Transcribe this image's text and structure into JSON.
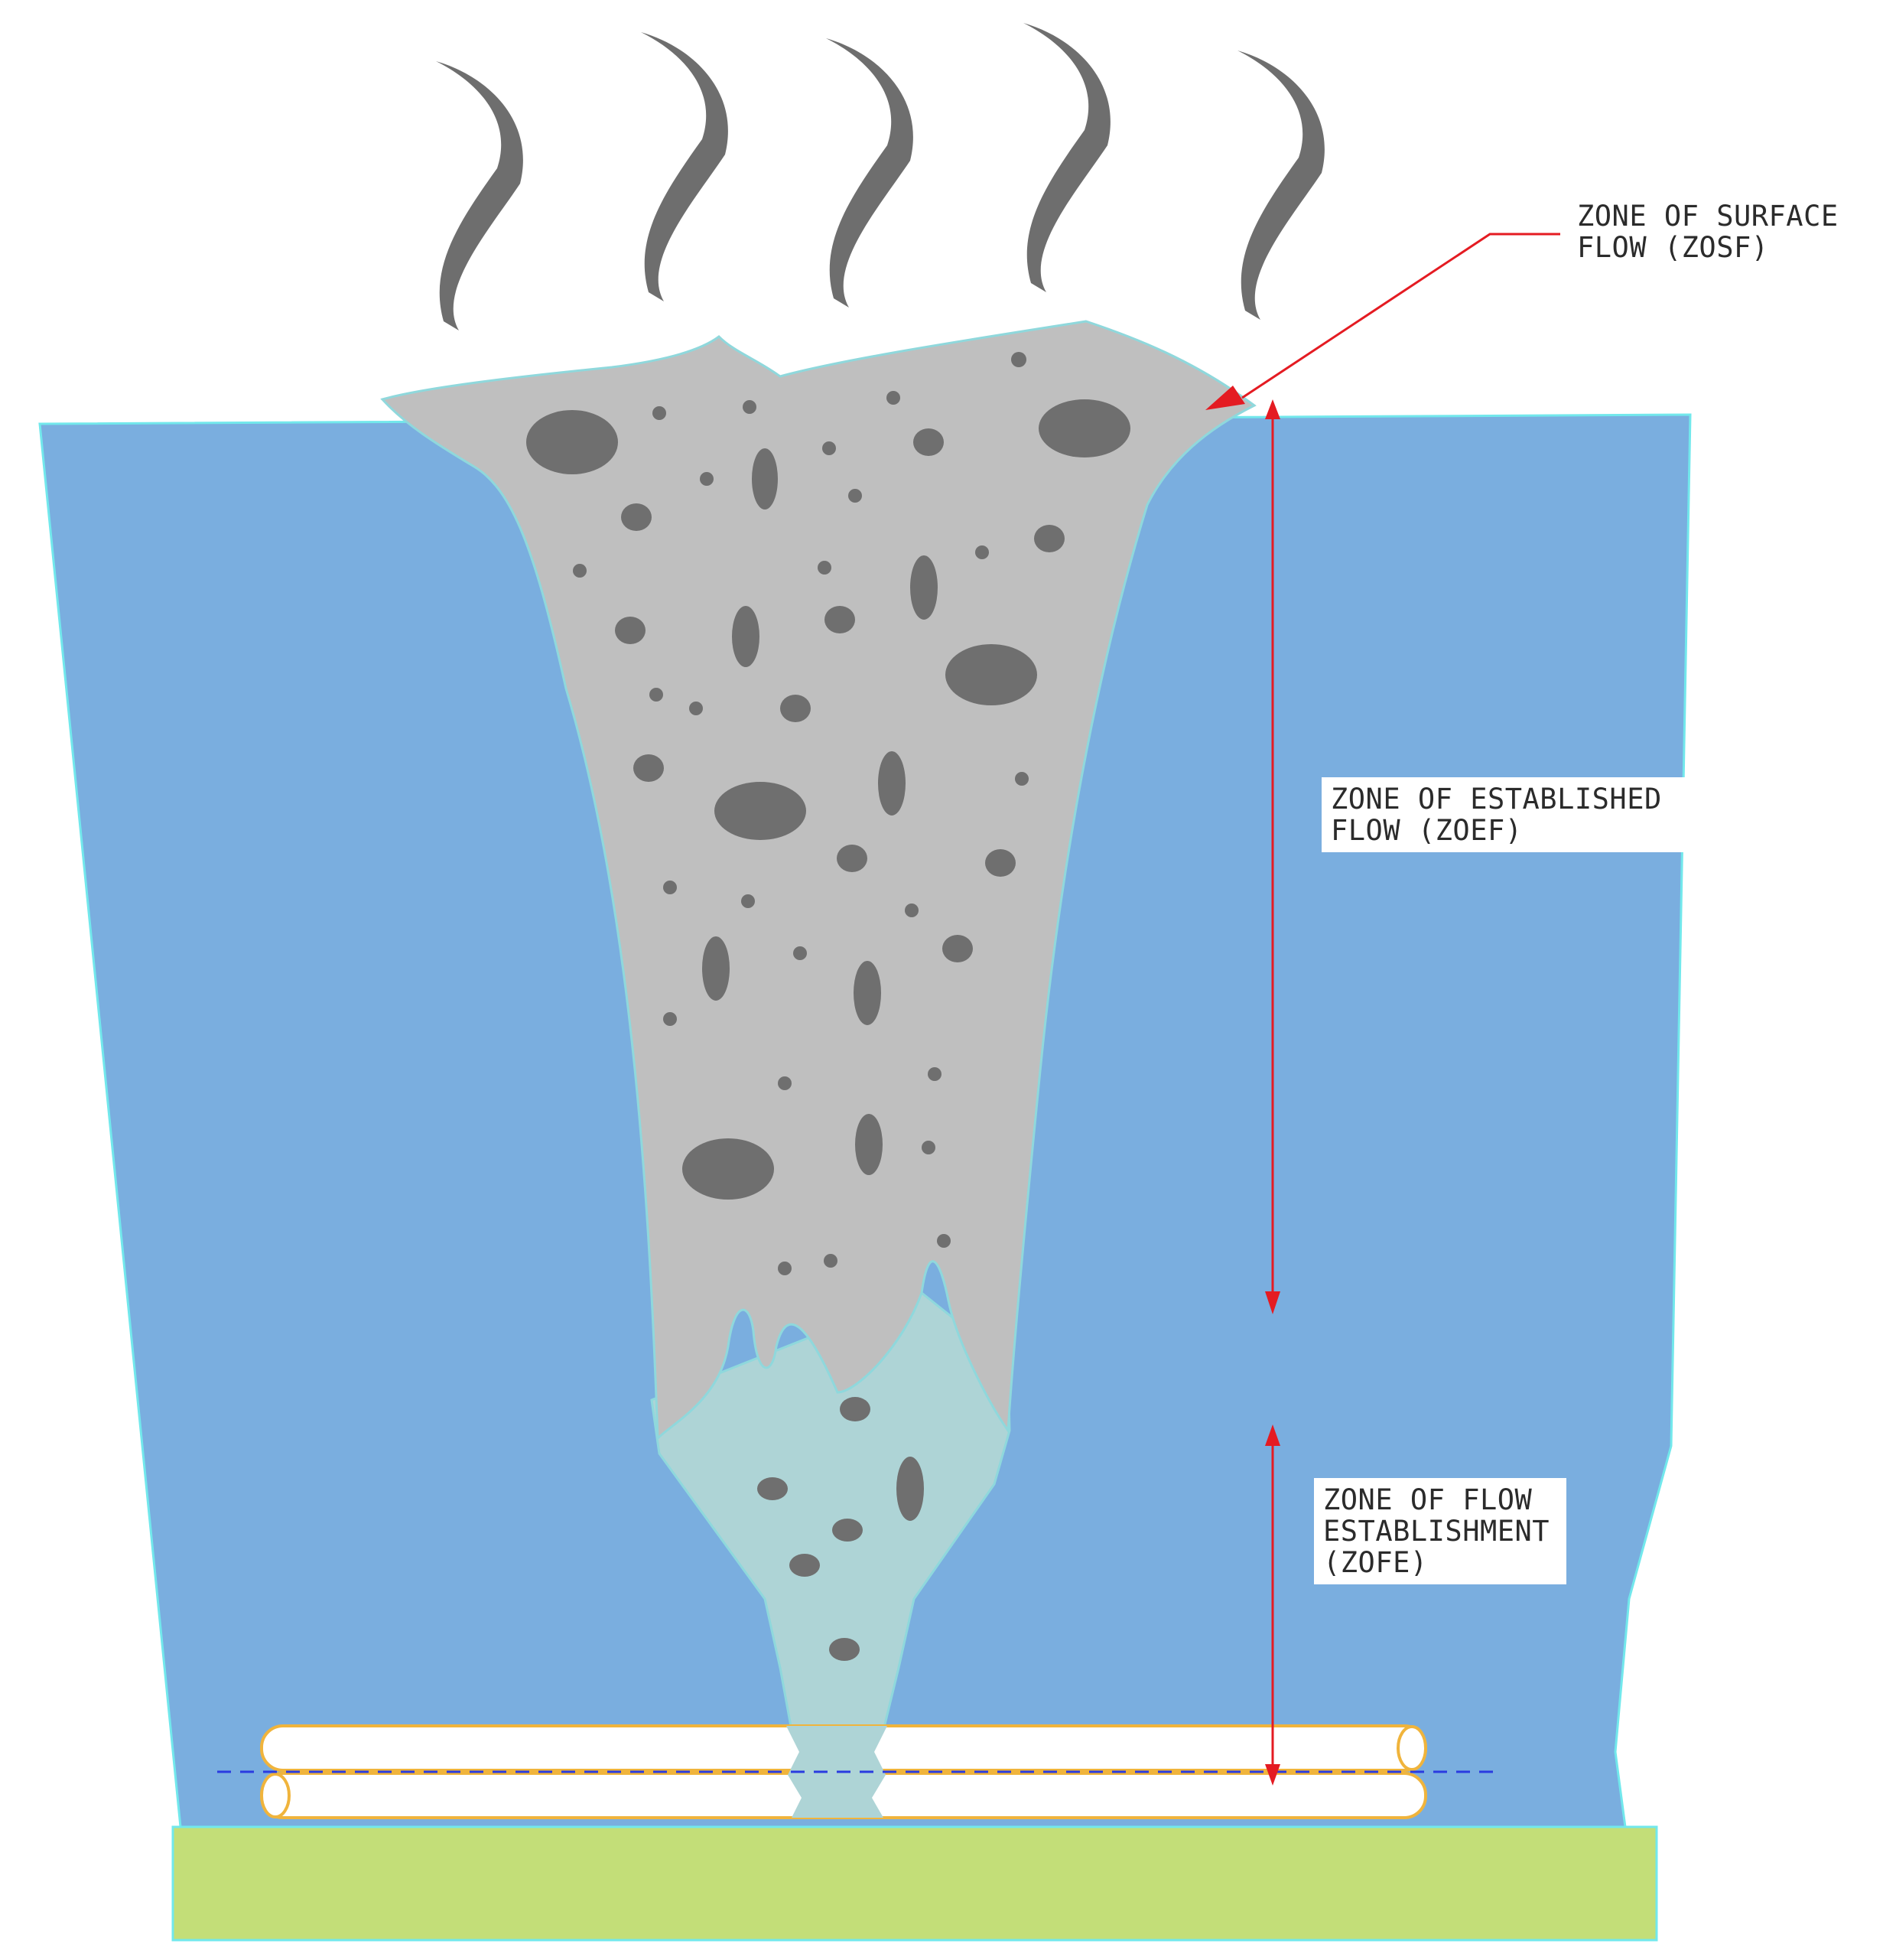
{
  "labels": {
    "zosf": "ZONE OF SURFACE\nFLOW (ZOSF)",
    "zoef": "ZONE OF ESTABLISHED\nFLOW (ZOEF)",
    "zofe": "ZONE OF FLOW\nESTABLISHMENT\n(ZOFE)"
  },
  "colors": {
    "water": "#7aaedf",
    "water_edge": "#72e8ec",
    "seabed": "#c3de78",
    "plume": "#bfbfbf",
    "plume_near": "#aed4d6",
    "bubble": "#6f6f6f",
    "vapor": "#6e6e6e",
    "dimension_arrow": "#e41b22",
    "pipe_outline": "#f0b43c",
    "pipe_centerline": "#2a3be0"
  }
}
